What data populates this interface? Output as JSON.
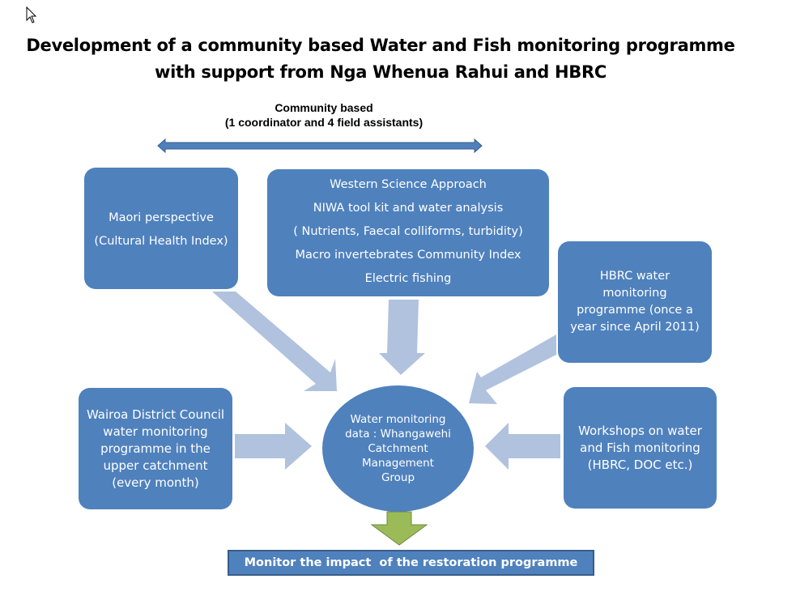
{
  "title": {
    "line1": "Development of a community based Water and Fish monitoring programme",
    "line2": "with support from Nga Whenua Rahui and HBRC"
  },
  "community": {
    "line1": "Community based",
    "line2": "(1 coordinator and 4 field assistants)"
  },
  "boxes": {
    "maori": {
      "lines": [
        "Maori perspective",
        "(Cultural Health Index)"
      ]
    },
    "western": {
      "lines": [
        "Western Science Approach",
        "NIWA tool kit and water analysis",
        "( Nutrients, Faecal colliforms, turbidity)",
        "Macro invertebrates Community Index",
        "Electric fishing"
      ]
    },
    "hbrc": {
      "lines": [
        "HBRC water",
        "monitoring",
        "programme (once a",
        "year since April 2011)"
      ]
    },
    "wairoa": {
      "lines": [
        "Wairoa District Council",
        "water monitoring",
        "programme in the",
        "upper catchment",
        "(every month)"
      ]
    },
    "workshops": {
      "lines": [
        "Workshops on water",
        "and Fish monitoring",
        "(HBRC, DOC etc.)"
      ]
    }
  },
  "center": {
    "lines": [
      "Water monitoring",
      "data : Whangawehi",
      "Catchment",
      "Management",
      "Group"
    ]
  },
  "outcome": {
    "label": "Monitor the impact  of the restoration programme"
  },
  "colors": {
    "box_fill": "#4f81bd",
    "arrow_fill": "#b0c2dd",
    "double_arrow": "#4f81bd",
    "down_arrow": "#9bbb59",
    "bar_border": "#385d8a"
  }
}
